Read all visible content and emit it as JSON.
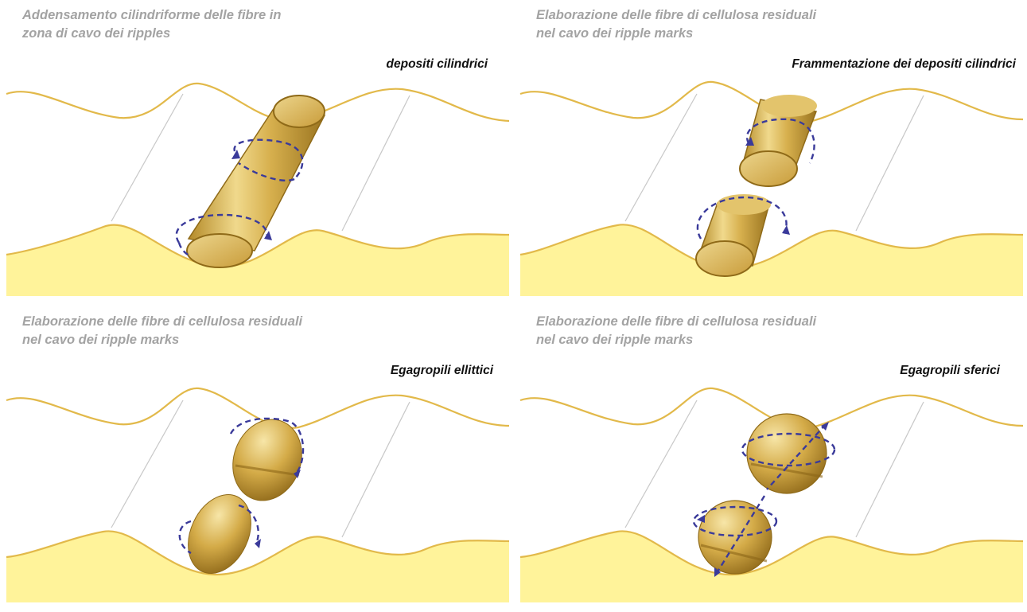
{
  "colors": {
    "sand_fill": "#fff39a",
    "crest_line": "#e2b94a",
    "deposit_gold": "#d4ae4a",
    "deposit_outline": "#8f6a18",
    "rotation_arrows": "#3a3a9a",
    "caption_gray": "#a3a3a3"
  },
  "panels": [
    {
      "description": "Addensamento cilindriforme delle fibre in\nzona di cavo dei ripples",
      "label": "depositi cilindrici"
    },
    {
      "description": "Elaborazione delle fibre di cellulosa residuali\nnel cavo dei ripple marks",
      "label": "Frammentazione dei depositi cilindrici"
    },
    {
      "description": "Elaborazione delle fibre di cellulosa residuali\nnel cavo dei ripple marks",
      "label": "Egagropili  ellittici"
    },
    {
      "description": "Elaborazione delle fibre di cellulosa residuali\nnel cavo dei ripple marks",
      "label": "Egagropili  sferici"
    }
  ]
}
